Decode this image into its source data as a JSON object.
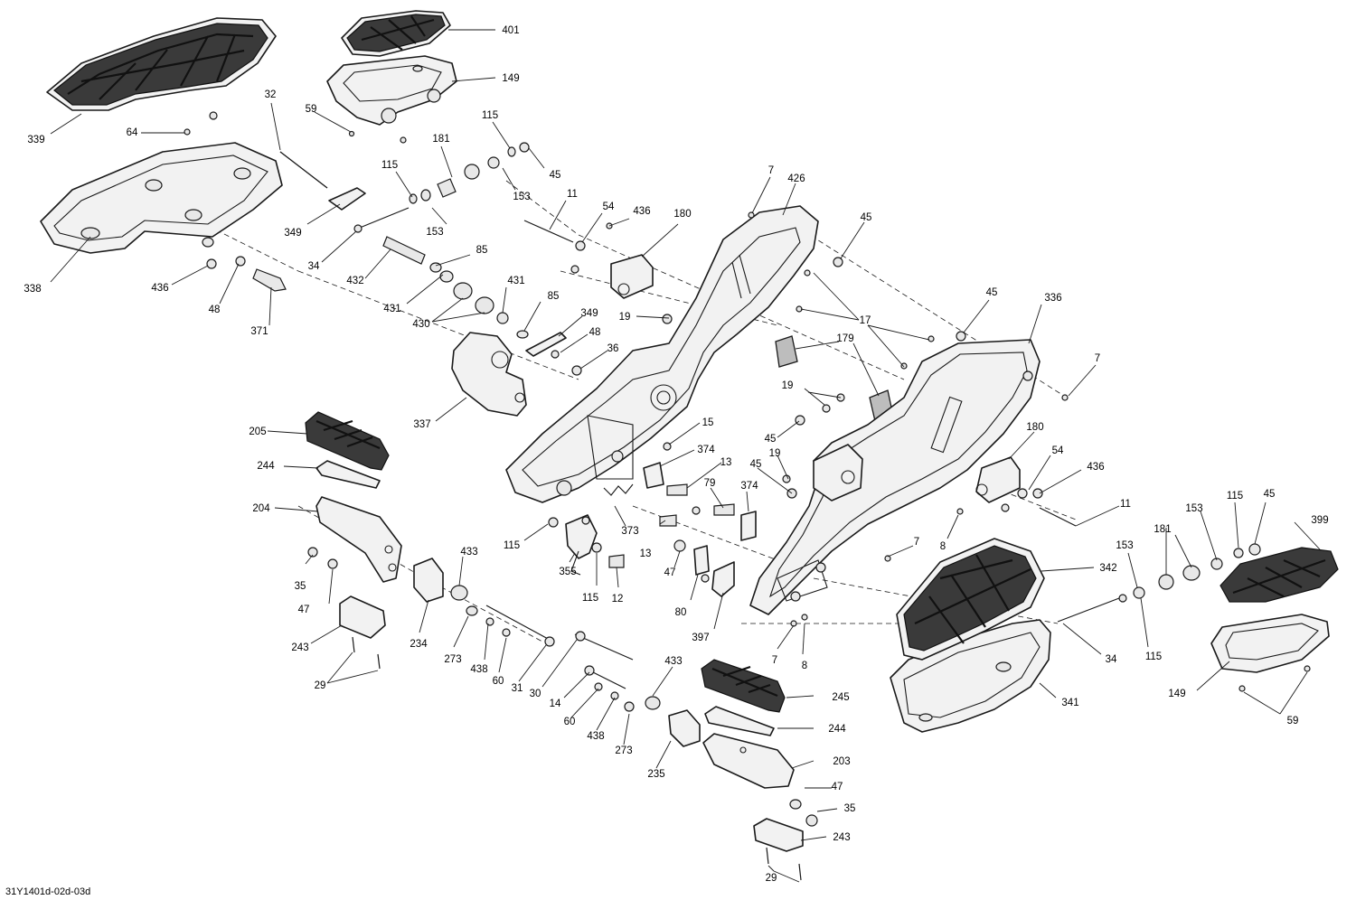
{
  "diagram": {
    "reference_code": "31Y1401d-02d-03d",
    "callouts": [
      {
        "id": "c401",
        "text": "401"
      },
      {
        "id": "c149a",
        "text": "149"
      },
      {
        "id": "c339",
        "text": "339"
      },
      {
        "id": "c64",
        "text": "64"
      },
      {
        "id": "c32",
        "text": "32"
      },
      {
        "id": "c59a",
        "text": "59"
      },
      {
        "id": "c115a",
        "text": "115"
      },
      {
        "id": "c181a",
        "text": "181"
      },
      {
        "id": "c45a",
        "text": "45"
      },
      {
        "id": "c115b",
        "text": "115"
      },
      {
        "id": "c153a",
        "text": "153"
      },
      {
        "id": "c153b",
        "text": "153"
      },
      {
        "id": "c11a",
        "text": "11"
      },
      {
        "id": "c7a",
        "text": "7"
      },
      {
        "id": "c426",
        "text": "426"
      },
      {
        "id": "c349a",
        "text": "349"
      },
      {
        "id": "c338",
        "text": "338"
      },
      {
        "id": "c34a",
        "text": "34"
      },
      {
        "id": "c54a",
        "text": "54"
      },
      {
        "id": "c436a",
        "text": "436"
      },
      {
        "id": "c180a",
        "text": "180"
      },
      {
        "id": "c45b",
        "text": "45"
      },
      {
        "id": "c85a",
        "text": "85"
      },
      {
        "id": "c436b",
        "text": "436"
      },
      {
        "id": "c48a",
        "text": "48"
      },
      {
        "id": "c432",
        "text": "432"
      },
      {
        "id": "c371",
        "text": "371"
      },
      {
        "id": "c431a",
        "text": "431"
      },
      {
        "id": "c431b",
        "text": "431"
      },
      {
        "id": "c85b",
        "text": "85"
      },
      {
        "id": "c430",
        "text": "430"
      },
      {
        "id": "c349b",
        "text": "349"
      },
      {
        "id": "c19a",
        "text": "19"
      },
      {
        "id": "c48b",
        "text": "48"
      },
      {
        "id": "c36",
        "text": "36"
      },
      {
        "id": "c17",
        "text": "17"
      },
      {
        "id": "c45c",
        "text": "45"
      },
      {
        "id": "c336",
        "text": "336"
      },
      {
        "id": "c179",
        "text": "179"
      },
      {
        "id": "c7b",
        "text": "7"
      },
      {
        "id": "c337",
        "text": "337"
      },
      {
        "id": "c19b",
        "text": "19"
      },
      {
        "id": "c205",
        "text": "205"
      },
      {
        "id": "c15",
        "text": "15"
      },
      {
        "id": "c45d",
        "text": "45"
      },
      {
        "id": "c180b",
        "text": "180"
      },
      {
        "id": "c374a",
        "text": "374"
      },
      {
        "id": "c19c",
        "text": "19"
      },
      {
        "id": "c54b",
        "text": "54"
      },
      {
        "id": "c244a",
        "text": "244"
      },
      {
        "id": "c13a",
        "text": "13"
      },
      {
        "id": "c45e",
        "text": "45"
      },
      {
        "id": "c436c",
        "text": "436"
      },
      {
        "id": "c79",
        "text": "79"
      },
      {
        "id": "c374b",
        "text": "374"
      },
      {
        "id": "c204",
        "text": "204"
      },
      {
        "id": "c11b",
        "text": "11"
      },
      {
        "id": "c373",
        "text": "373"
      },
      {
        "id": "c153c",
        "text": "153"
      },
      {
        "id": "c115c",
        "text": "115"
      },
      {
        "id": "c45f",
        "text": "45"
      },
      {
        "id": "c399",
        "text": "399"
      },
      {
        "id": "c115d",
        "text": "115"
      },
      {
        "id": "c13b",
        "text": "13"
      },
      {
        "id": "c8a",
        "text": "8"
      },
      {
        "id": "c181b",
        "text": "181"
      },
      {
        "id": "c7c",
        "text": "7"
      },
      {
        "id": "c35a",
        "text": "35"
      },
      {
        "id": "c433a",
        "text": "433"
      },
      {
        "id": "c355",
        "text": "355"
      },
      {
        "id": "c47a",
        "text": "47"
      },
      {
        "id": "c153d",
        "text": "153"
      },
      {
        "id": "c342",
        "text": "342"
      },
      {
        "id": "c12",
        "text": "12"
      },
      {
        "id": "c47b",
        "text": "47"
      },
      {
        "id": "c115e",
        "text": "115"
      },
      {
        "id": "c80",
        "text": "80"
      },
      {
        "id": "c243a",
        "text": "243"
      },
      {
        "id": "c234",
        "text": "234"
      },
      {
        "id": "c273a",
        "text": "273"
      },
      {
        "id": "c397",
        "text": "397"
      },
      {
        "id": "c7d",
        "text": "7"
      },
      {
        "id": "c34b",
        "text": "34"
      },
      {
        "id": "c115f",
        "text": "115"
      },
      {
        "id": "c8b",
        "text": "8"
      },
      {
        "id": "c438a",
        "text": "438"
      },
      {
        "id": "c60a",
        "text": "60"
      },
      {
        "id": "c31",
        "text": "31"
      },
      {
        "id": "c30",
        "text": "30"
      },
      {
        "id": "c29a",
        "text": "29"
      },
      {
        "id": "c433b",
        "text": "433"
      },
      {
        "id": "c149b",
        "text": "149"
      },
      {
        "id": "c14",
        "text": "14"
      },
      {
        "id": "c245",
        "text": "245"
      },
      {
        "id": "c341",
        "text": "341"
      },
      {
        "id": "c60b",
        "text": "60"
      },
      {
        "id": "c438b",
        "text": "438"
      },
      {
        "id": "c273b",
        "text": "273"
      },
      {
        "id": "c244b",
        "text": "244"
      },
      {
        "id": "c59b",
        "text": "59"
      },
      {
        "id": "c235",
        "text": "235"
      },
      {
        "id": "c203",
        "text": "203"
      },
      {
        "id": "c47c",
        "text": "47"
      },
      {
        "id": "c35b",
        "text": "35"
      },
      {
        "id": "c243b",
        "text": "243"
      },
      {
        "id": "c29b",
        "text": "29"
      }
    ]
  }
}
